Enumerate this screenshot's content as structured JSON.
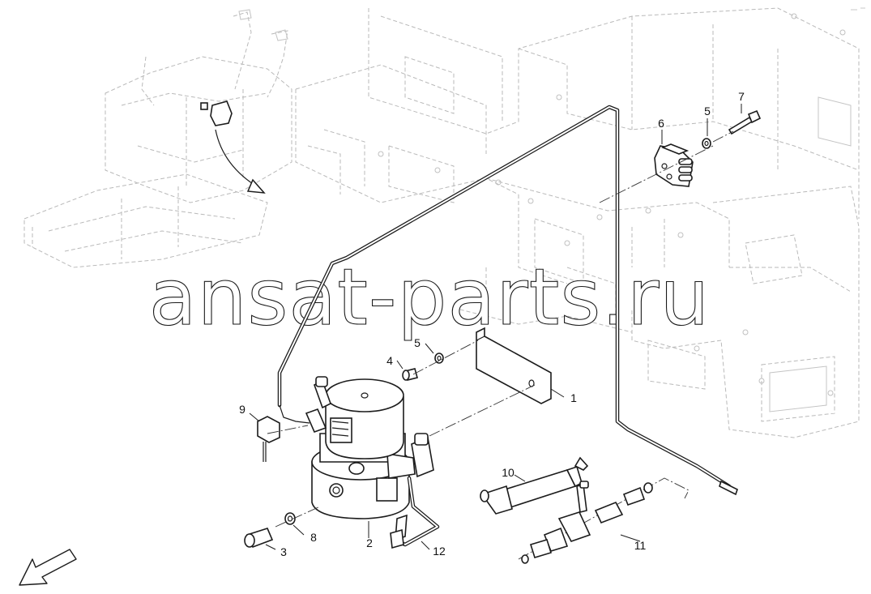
{
  "diagram": {
    "watermark": "ansat-parts.ru",
    "callouts": {
      "c1": "1",
      "c2": "2",
      "c3": "3",
      "c4": "4",
      "c5_top": "5",
      "c5_mid": "5",
      "c6": "6",
      "c7": "7",
      "c8": "8",
      "c9": "9",
      "c10": "10",
      "c11": "11",
      "c12": "12"
    }
  },
  "colors": {
    "line": "#1c1c1c",
    "background_drawing": "#b9b9b9",
    "paper": "#ffffff"
  },
  "icons": [
    "view-direction-arrow-icon",
    "detail-pointer-arrow-icon"
  ]
}
